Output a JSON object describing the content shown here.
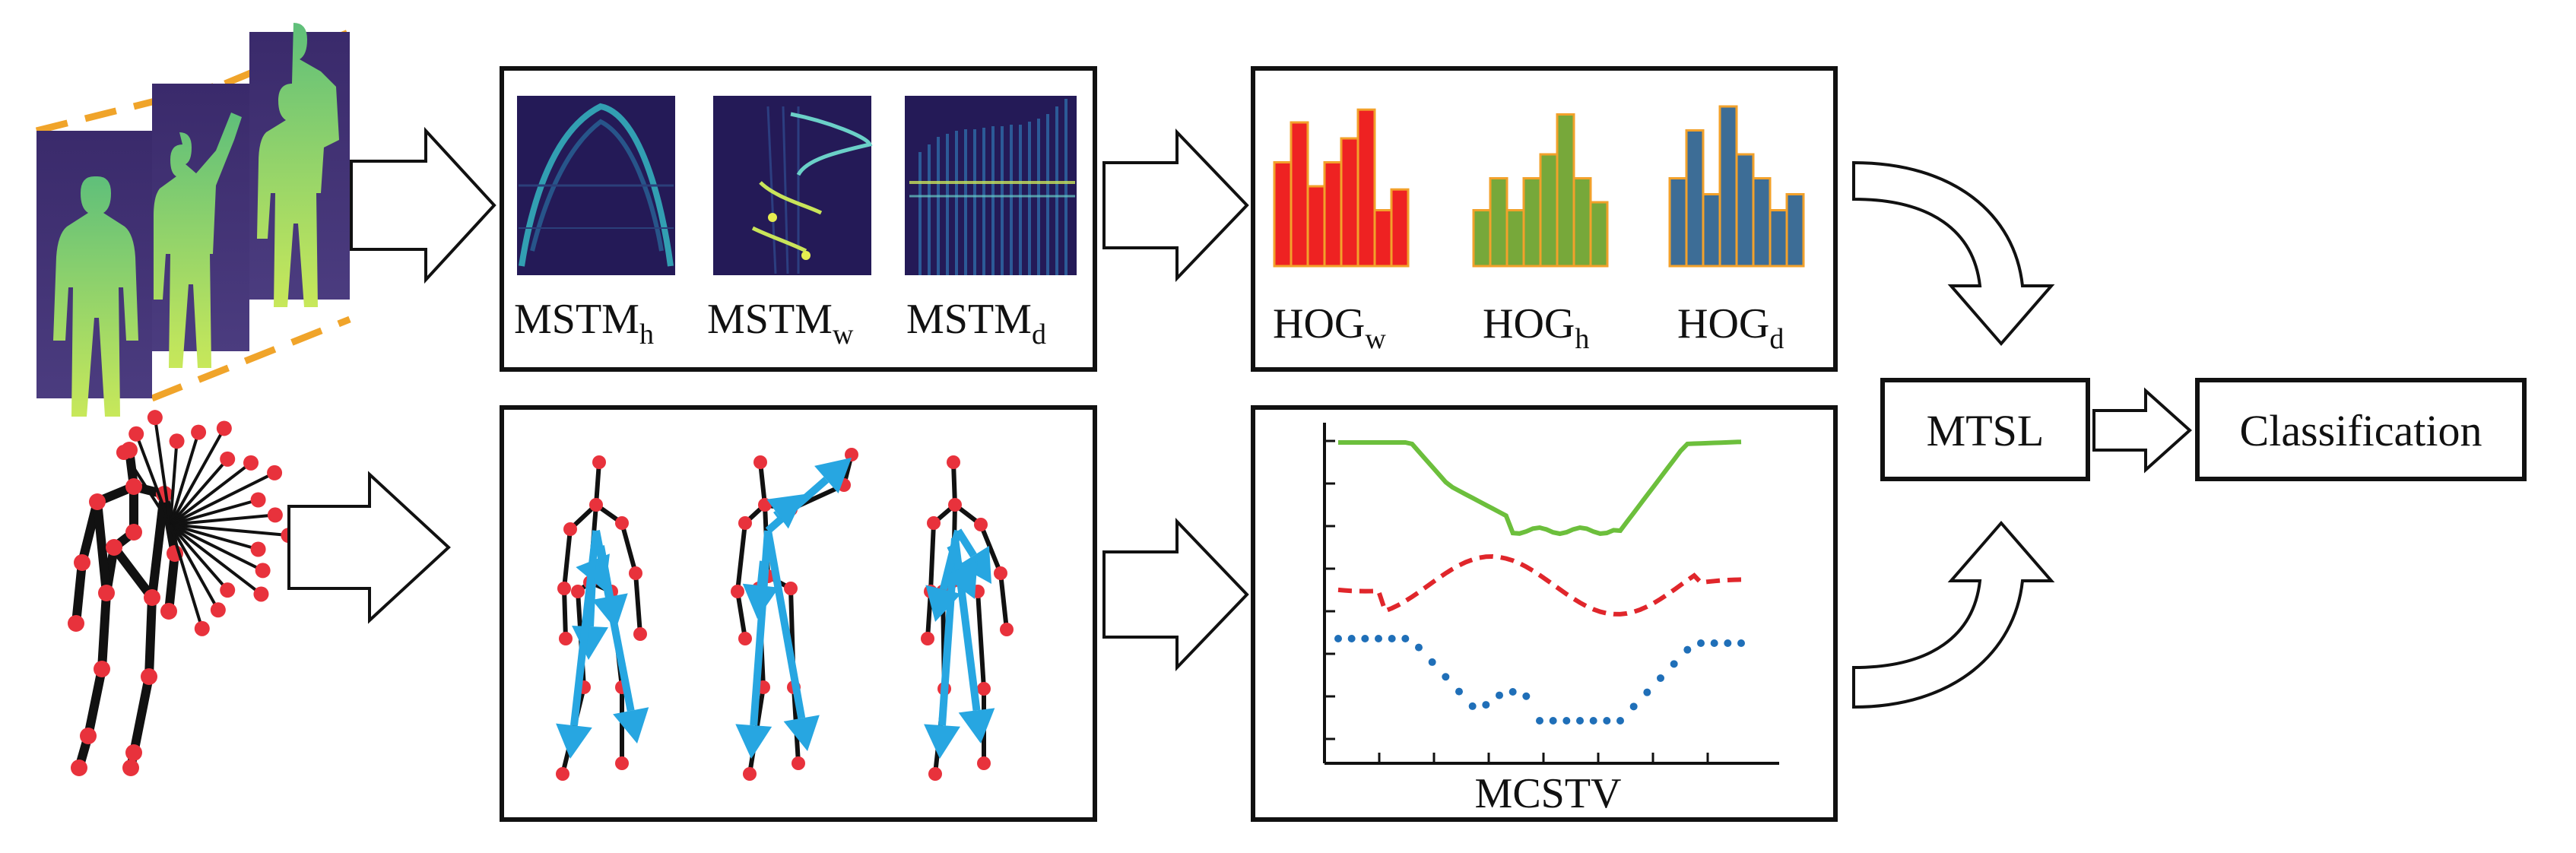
{
  "mstm_panel": {
    "labels": [
      {
        "main": "MSTM",
        "sub": "h"
      },
      {
        "main": "MSTM",
        "sub": "w"
      },
      {
        "main": "MSTM",
        "sub": "d"
      }
    ]
  },
  "hog_panel": {
    "labels": [
      {
        "main": "HOG",
        "sub": "w"
      },
      {
        "main": "HOG",
        "sub": "h"
      },
      {
        "main": "HOG",
        "sub": "d"
      }
    ],
    "colors": [
      "#ee2222",
      "#77a83a",
      "#3d6d96"
    ],
    "edge_color": "#f2a12b",
    "histograms": [
      [
        0.65,
        0.9,
        0.5,
        0.65,
        0.8,
        0.98,
        0.35,
        0.48
      ],
      [
        0.35,
        0.55,
        0.35,
        0.55,
        0.7,
        0.95,
        0.55,
        0.4
      ],
      [
        0.55,
        0.85,
        0.45,
        1.0,
        0.7,
        0.55,
        0.35,
        0.45
      ]
    ]
  },
  "mcstv_panel": {
    "label": "MCSTV",
    "colors": [
      "#6cbf3c",
      "#e0262b",
      "#1f6fb8"
    ]
  },
  "mtsl_box": {
    "label": "MTSL"
  },
  "classification_box": {
    "label": "Classification"
  },
  "colors": {
    "frame_border": "#f0a42a",
    "skeleton_joint": "#e8323c",
    "motion_arrow": "#27a6e1",
    "box_border": "#111111"
  }
}
